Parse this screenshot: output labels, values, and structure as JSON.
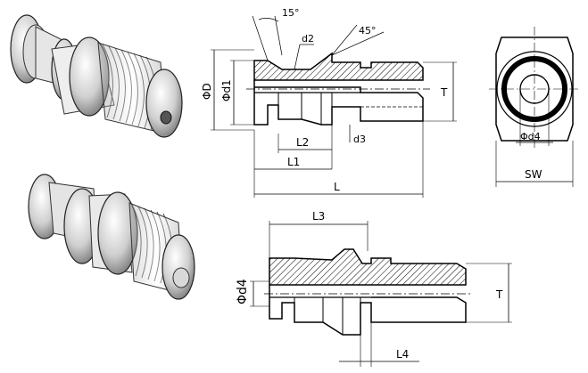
{
  "labels": {
    "phi_D": "ΦD",
    "phi_d1": "Φd1",
    "d2": "d2",
    "d3": "d3",
    "T_top": "T",
    "L2": "L2",
    "L1": "L1",
    "L": "L",
    "angle_15": "15°",
    "angle_45": "45°",
    "phi_d4_end": "Φd4",
    "SW": "SW",
    "L3": "L3",
    "phi_d4_bottom": "Φd4",
    "T_bottom": "T",
    "L4": "L4"
  },
  "icons": [
    "pull-stud-render-top",
    "pull-stud-render-bottom"
  ],
  "colors": {
    "line": "#000000",
    "hatch": "#000000",
    "background": "#ffffff"
  }
}
